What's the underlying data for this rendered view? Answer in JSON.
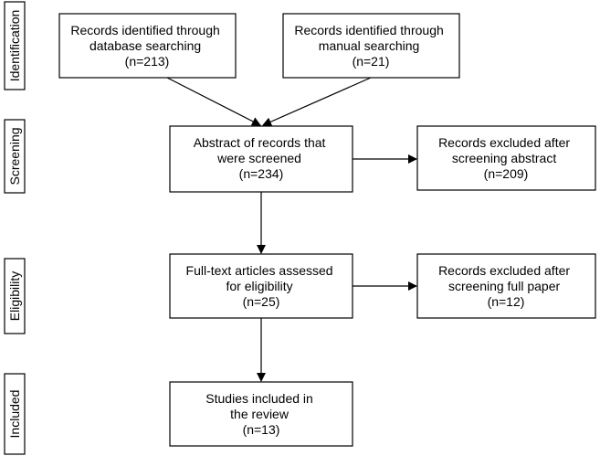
{
  "stages": [
    {
      "id": "identification",
      "label": "Identification"
    },
    {
      "id": "screening",
      "label": "Screening"
    },
    {
      "id": "eligibility",
      "label": "Eligibility"
    },
    {
      "id": "included",
      "label": "Included"
    }
  ],
  "boxes": {
    "db_search": {
      "lines": [
        "Records identified through",
        "database searching",
        "(n=213)"
      ]
    },
    "manual_search": {
      "lines": [
        "Records identified through",
        "manual searching",
        "(n=21)"
      ]
    },
    "screened": {
      "lines": [
        "Abstract of records that",
        "were screened",
        "(n=234)"
      ]
    },
    "excluded_abstract": {
      "lines": [
        "Records excluded after",
        "screening abstract",
        "(n=209)"
      ]
    },
    "fulltext": {
      "lines": [
        "Full-text articles assessed",
        "for eligibility",
        "(n=25)"
      ]
    },
    "excluded_fulltext": {
      "lines": [
        "Records excluded after",
        "screening full paper",
        "(n=12)"
      ]
    },
    "included": {
      "lines": [
        "Studies included in",
        "the review",
        "(n=13)"
      ]
    }
  }
}
